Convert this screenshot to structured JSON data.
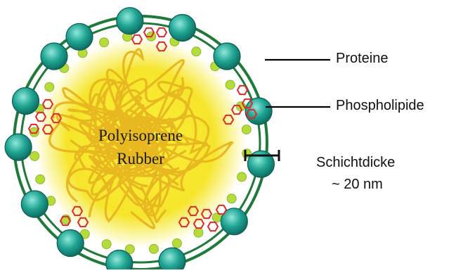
{
  "core": {
    "line1": "Polyisoprene",
    "line2": "Rubber"
  },
  "labels": {
    "proteine": "Proteine",
    "phospholipide": "Phospholipide",
    "schichtdicke_line1": "Schichtdicke",
    "schichtdicke_line2": "~ 20 nm"
  },
  "colors": {
    "membrane": "#1e7a38",
    "protein": "#1a9c8c",
    "phospholipid_green": "#b5dc3a",
    "phospholipid_red": "#e02a2a",
    "rubber_core": "#f7e62a",
    "rubber_strands": "#e8b820",
    "annotation": "#000000"
  }
}
